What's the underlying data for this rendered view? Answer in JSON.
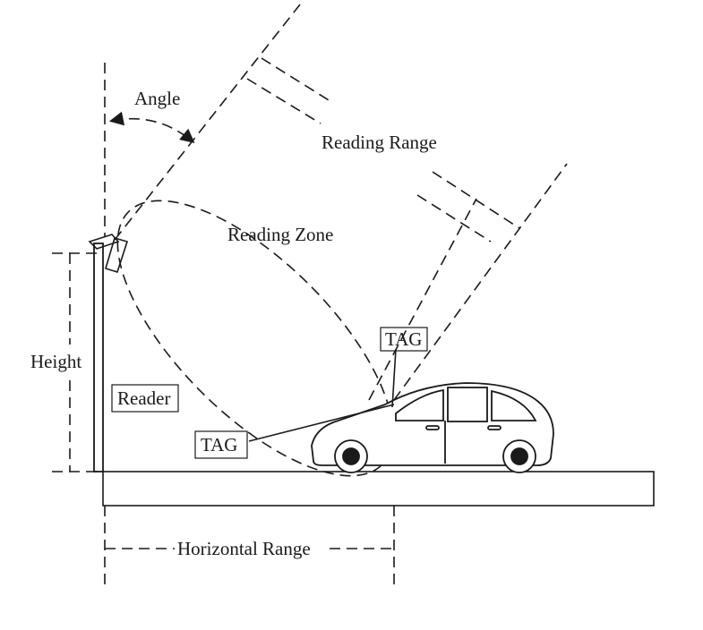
{
  "labels": {
    "angle": "Angle",
    "reading_range": "Reading Range",
    "reading_zone": "Reading Zone",
    "height": "Height",
    "reader": "Reader",
    "tag_top": "TAG",
    "tag_bottom": "TAG",
    "horizontal_range": "Horizontal Range"
  },
  "colors": {
    "ink": "#1a1a1a",
    "background": "#ffffff"
  }
}
